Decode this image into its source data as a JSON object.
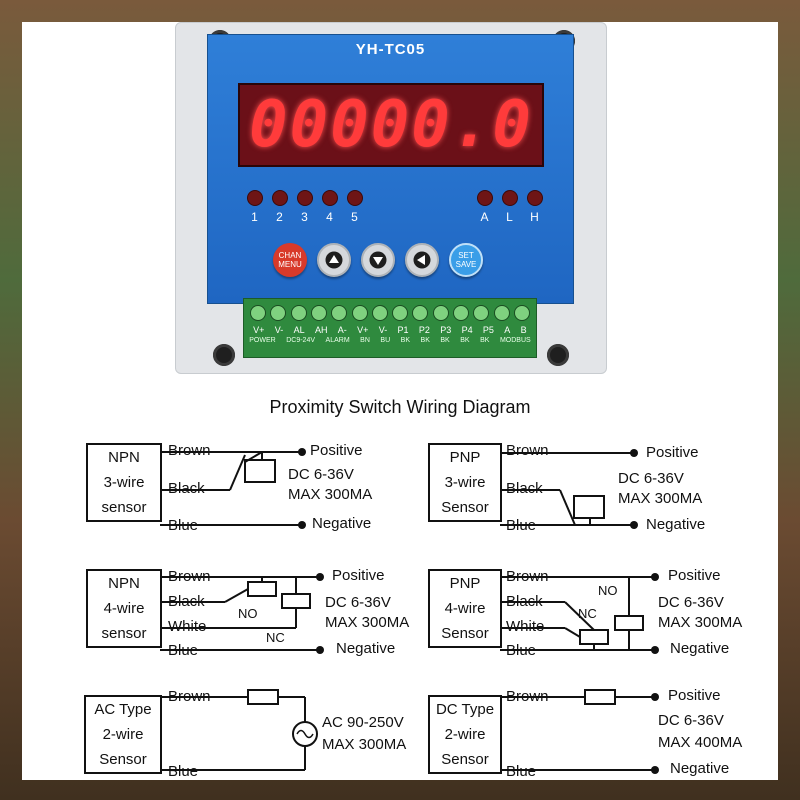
{
  "device": {
    "model": "YH-TC05",
    "display_value": "00000.0",
    "channel_leds": [
      "1",
      "2",
      "3",
      "4",
      "5"
    ],
    "alarm_leds": [
      "A",
      "L",
      "H"
    ],
    "buttons": {
      "chan_menu_top": "CHAN",
      "chan_menu_bottom": "MENU",
      "set_save_top": "SET",
      "set_save_bottom": "SAVE"
    },
    "terminal_labels": [
      "V+",
      "V-",
      "AL",
      "AH",
      "A-",
      "V+",
      "V-",
      "P1",
      "P2",
      "P3",
      "P4",
      "P5",
      "A",
      "B"
    ],
    "terminal_sub": [
      "POWER",
      "DC9-24V",
      "ALARM",
      "BN",
      "BU",
      "BK",
      "BK",
      "BK",
      "BK",
      "BK",
      "MODBUS"
    ]
  },
  "diagram": {
    "title": "Proximity Switch Wiring Diagram",
    "labels": {
      "brown": "Brown",
      "black": "Black",
      "blue": "Blue",
      "white": "White",
      "positive": "Positive",
      "negative": "Negative",
      "no": "NO",
      "nc": "NC"
    },
    "npn3": {
      "l1": "NPN",
      "l2": "3-wire",
      "l3": "sensor",
      "v": "DC 6-36V",
      "a": "MAX 300MA"
    },
    "pnp3": {
      "l1": "PNP",
      "l2": "3-wire",
      "l3": "Sensor",
      "v": "DC 6-36V",
      "a": "MAX 300MA"
    },
    "npn4": {
      "l1": "NPN",
      "l2": "4-wire",
      "l3": "sensor",
      "v": "DC 6-36V",
      "a": "MAX 300MA"
    },
    "pnp4": {
      "l1": "PNP",
      "l2": "4-wire",
      "l3": "Sensor",
      "v": "DC 6-36V",
      "a": "MAX 300MA"
    },
    "ac2": {
      "l1": "AC Type",
      "l2": "2-wire",
      "l3": "Sensor",
      "v": "AC 90-250V",
      "a": "MAX 300MA"
    },
    "dc2": {
      "l1": "DC Type",
      "l2": "2-wire",
      "l3": "Sensor",
      "v": "DC 6-36V",
      "a": "MAX 400MA"
    }
  }
}
